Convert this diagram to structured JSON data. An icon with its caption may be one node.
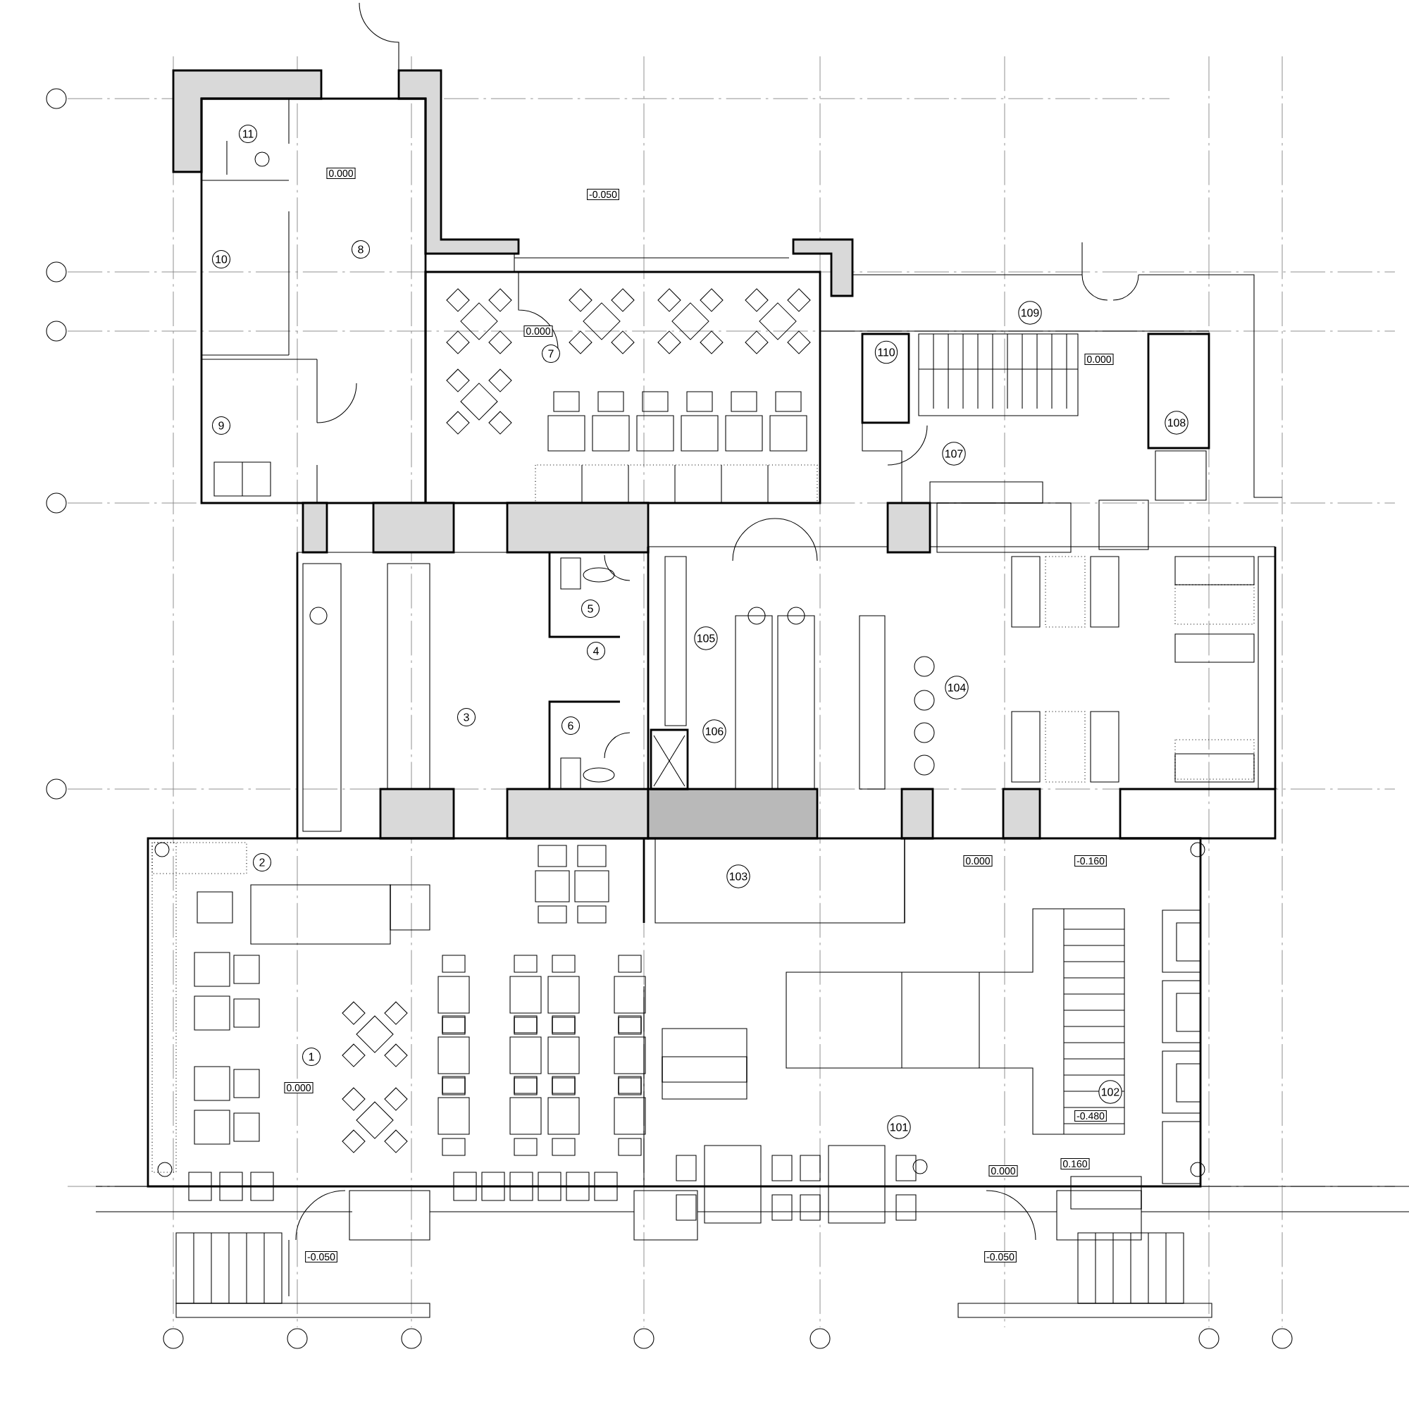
{
  "diagram": {
    "nodes": [
      {
        "text": [
          "11"
        ]
      },
      {
        "text": [
          "0.000"
        ]
      },
      {
        "text": [
          "-0.050"
        ]
      },
      {
        "text": [
          "8"
        ]
      },
      {
        "text": [
          "10"
        ]
      },
      {
        "text": [
          "109"
        ]
      },
      {
        "text": [
          "0.000"
        ]
      },
      {
        "text": [
          "7"
        ]
      },
      {
        "text": [
          "110"
        ]
      },
      {
        "text": [
          "0.000"
        ]
      },
      {
        "text": [
          "9"
        ]
      },
      {
        "text": [
          "108"
        ]
      },
      {
        "text": [
          "107"
        ]
      },
      {
        "text": [
          "5"
        ]
      },
      {
        "text": [
          "4"
        ]
      },
      {
        "text": [
          "105"
        ]
      },
      {
        "text": [
          "104"
        ]
      },
      {
        "text": [
          "3"
        ]
      },
      {
        "text": [
          "6"
        ]
      },
      {
        "text": [
          "106"
        ]
      },
      {
        "text": [
          "2"
        ]
      },
      {
        "text": [
          "0.000"
        ]
      },
      {
        "text": [
          "-0.160"
        ]
      },
      {
        "text": [
          "103"
        ]
      },
      {
        "text": [
          "1"
        ]
      },
      {
        "text": [
          "0.000"
        ]
      },
      {
        "text": [
          "102"
        ]
      },
      {
        "text": [
          "-0.480"
        ]
      },
      {
        "text": [
          "101"
        ]
      },
      {
        "text": [
          "0.160"
        ]
      },
      {
        "text": [
          "0.000"
        ]
      },
      {
        "text": [
          "-0.050"
        ]
      },
      {
        "text": [
          "-0.050"
        ]
      }
    ]
  }
}
